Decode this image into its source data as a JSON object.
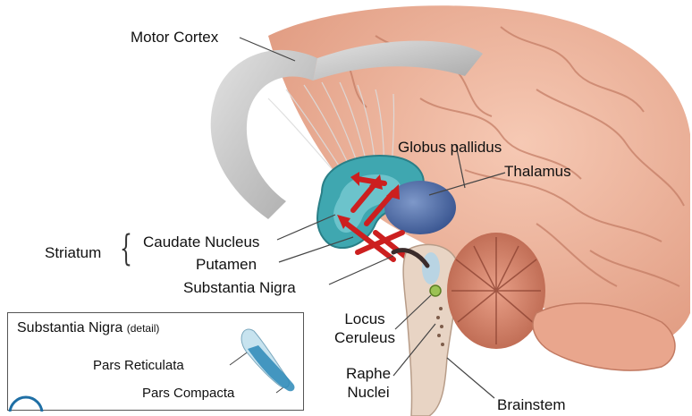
{
  "labels": {
    "motor_cortex": "Motor Cortex",
    "globus_pallidus": "Globus pallidus",
    "thalamus": "Thalamus",
    "striatum": "Striatum",
    "caudate_nucleus": "Caudate Nucleus",
    "putamen": "Putamen",
    "substantia_nigra": "Substantia Nigra",
    "locus": "Locus",
    "ceruleus": "Ceruleus",
    "raphe": "Raphe",
    "nuclei": "Nuclei",
    "brainstem": "Brainstem"
  },
  "inset": {
    "title": "Substantia Nigra",
    "title_detail": "(detail)",
    "pars_reticulata": "Pars Reticulata",
    "pars_compacta": "Pars Compacta"
  },
  "colors": {
    "cortex": "#f0b8a0",
    "cortex_shadow": "#d88f78",
    "motor_cortex_band": "#c9c9c9",
    "striatum_teal": "#3fa7b0",
    "thalamus_blue": "#4e6ca6",
    "pathway_red": "#cc1f1f",
    "cerebellum": "#d9846a",
    "brainstem": "#e8d4c4"
  }
}
